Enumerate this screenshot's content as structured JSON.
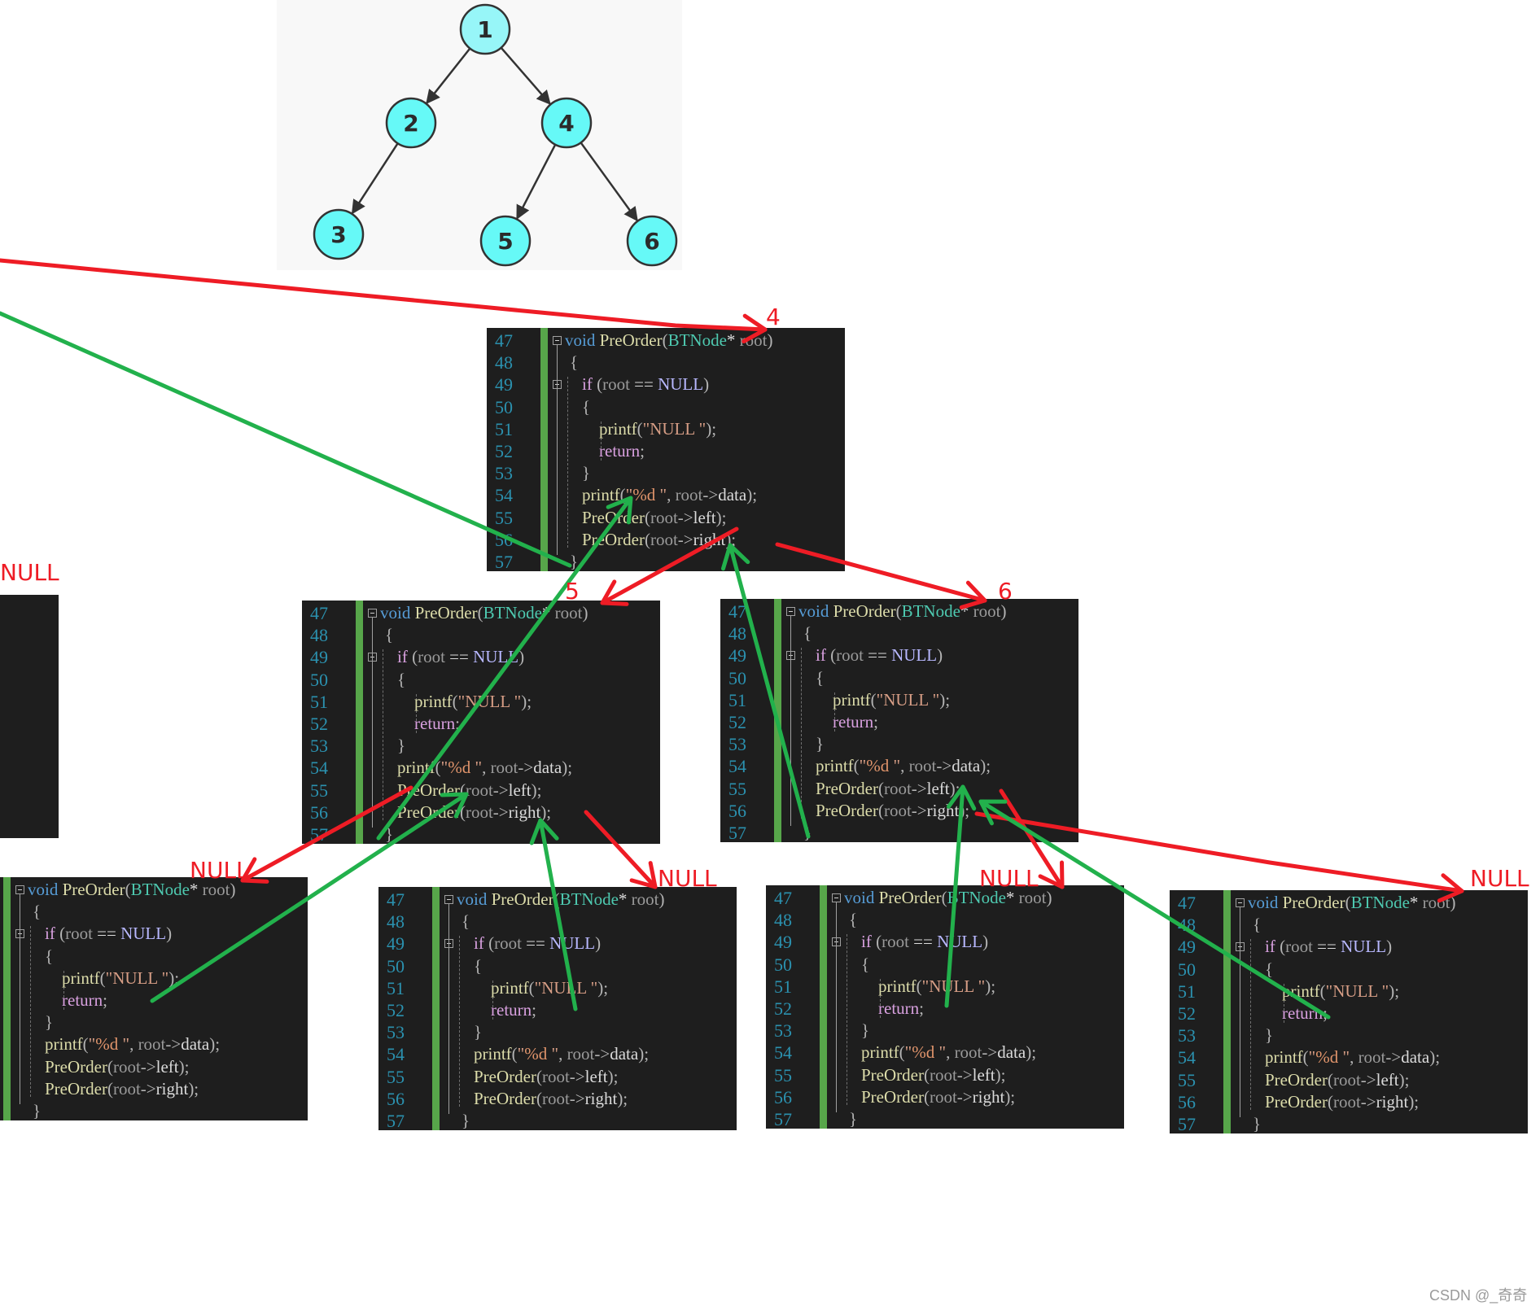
{
  "tree": {
    "nodes": [
      {
        "id": "1",
        "label": "1"
      },
      {
        "id": "2",
        "label": "2"
      },
      {
        "id": "3",
        "label": "3"
      },
      {
        "id": "4",
        "label": "4"
      },
      {
        "id": "5",
        "label": "5"
      },
      {
        "id": "6",
        "label": "6"
      }
    ],
    "edges": [
      [
        "1",
        "2"
      ],
      [
        "1",
        "4"
      ],
      [
        "2",
        "3"
      ],
      [
        "4",
        "5"
      ],
      [
        "4",
        "6"
      ]
    ],
    "colors": {
      "root_fill": "#97f6f8",
      "node_fill": "#66f9f7",
      "stroke": "#333333",
      "background": "#f8f8f8"
    }
  },
  "code": {
    "line_numbers": [
      "47",
      "48",
      "49",
      "50",
      "51",
      "52",
      "53",
      "54",
      "55",
      "56",
      "57"
    ],
    "lines": [
      [
        {
          "c": "kw",
          "t": "void"
        },
        {
          "c": "",
          "t": " "
        },
        {
          "c": "fn",
          "t": "PreOrder"
        },
        {
          "c": "pu",
          "t": "("
        },
        {
          "c": "ty",
          "t": "BTNode"
        },
        {
          "c": "",
          "t": "* "
        },
        {
          "c": "pm",
          "t": "root"
        },
        {
          "c": "pu",
          "t": ")"
        }
      ],
      [
        {
          "c": "pu",
          "t": "{"
        }
      ],
      [
        {
          "c": "",
          "t": "    "
        },
        {
          "c": "ctl",
          "t": "if"
        },
        {
          "c": "",
          "t": " "
        },
        {
          "c": "pu",
          "t": "("
        },
        {
          "c": "pm",
          "t": "root"
        },
        {
          "c": "",
          "t": " == "
        },
        {
          "c": "mac",
          "t": "NULL"
        },
        {
          "c": "pu",
          "t": ")"
        }
      ],
      [
        {
          "c": "",
          "t": "    "
        },
        {
          "c": "pu",
          "t": "{"
        }
      ],
      [
        {
          "c": "",
          "t": "        "
        },
        {
          "c": "fn",
          "t": "printf"
        },
        {
          "c": "pu",
          "t": "("
        },
        {
          "c": "str",
          "t": "\"NULL \""
        },
        {
          "c": "pu",
          "t": ");"
        }
      ],
      [
        {
          "c": "",
          "t": "        "
        },
        {
          "c": "ctl",
          "t": "return"
        },
        {
          "c": "pu",
          "t": ";"
        }
      ],
      [
        {
          "c": "",
          "t": "    "
        },
        {
          "c": "pu",
          "t": "}"
        }
      ],
      [
        {
          "c": "",
          "t": "    "
        },
        {
          "c": "fn",
          "t": "printf"
        },
        {
          "c": "pu",
          "t": "("
        },
        {
          "c": "str",
          "t": "\""
        },
        {
          "c": "fmt",
          "t": "%d"
        },
        {
          "c": "str",
          "t": " \""
        },
        {
          "c": "pu",
          "t": ", "
        },
        {
          "c": "pm",
          "t": "root"
        },
        {
          "c": "pu",
          "t": "->"
        },
        {
          "c": "mem",
          "t": "data"
        },
        {
          "c": "pu",
          "t": ");"
        }
      ],
      [
        {
          "c": "",
          "t": "    "
        },
        {
          "c": "fn",
          "t": "PreOrder"
        },
        {
          "c": "pu",
          "t": "("
        },
        {
          "c": "pm",
          "t": "root"
        },
        {
          "c": "pu",
          "t": "->"
        },
        {
          "c": "mem",
          "t": "left"
        },
        {
          "c": "pu",
          "t": ");"
        }
      ],
      [
        {
          "c": "",
          "t": "    "
        },
        {
          "c": "fn",
          "t": "PreOrder"
        },
        {
          "c": "pu",
          "t": "("
        },
        {
          "c": "pm",
          "t": "root"
        },
        {
          "c": "pu",
          "t": "->"
        },
        {
          "c": "mem",
          "t": "right"
        },
        {
          "c": "pu",
          "t": ");"
        }
      ],
      [
        {
          "c": "pu",
          "t": "}"
        }
      ]
    ]
  },
  "blocks": [
    {
      "id": "partial-left",
      "label": "NULL"
    },
    {
      "id": "node-4",
      "label": "4"
    },
    {
      "id": "node-5",
      "label": "5"
    },
    {
      "id": "node-6",
      "label": "6"
    },
    {
      "id": "null-1",
      "label": "NULL"
    },
    {
      "id": "null-2",
      "label": "NULL"
    },
    {
      "id": "null-3",
      "label": "NULL"
    },
    {
      "id": "null-4",
      "label": "NULL"
    }
  ],
  "annotations": {
    "call_arrow_color": "#ee1c25",
    "return_arrow_color": "#22b14c"
  },
  "watermark": "CSDN @_奇奇"
}
